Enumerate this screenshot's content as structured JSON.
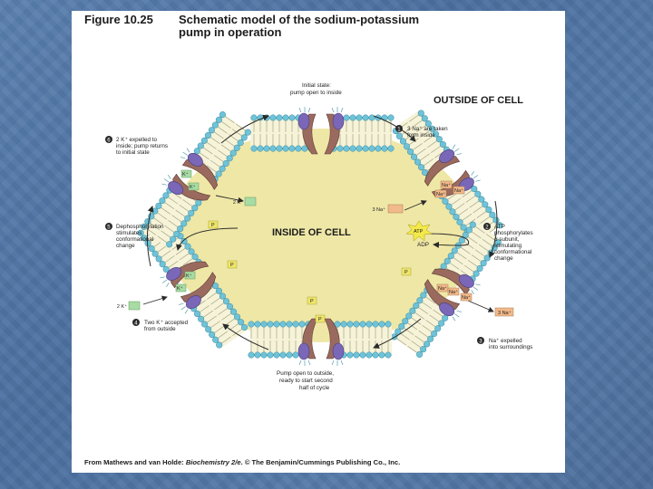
{
  "figure": {
    "number": "Figure 10.25",
    "title_line1": "Schematic model of the sodium-potassium",
    "title_line2": "pump in operation",
    "credit_prefix": "From Mathews and van Holde: ",
    "credit_book": "Biochemistry 2/e",
    "credit_suffix": ". © The Benjamin/Cummings Publishing Co., Inc."
  },
  "regions": {
    "outside": "OUTSIDE OF CELL",
    "inside": "INSIDE OF CELL"
  },
  "top_state": {
    "line1": "Initial state:",
    "line2": "pump open to inside"
  },
  "bottom_state": {
    "line1": "Pump open to outside,",
    "line2": "ready to start second",
    "line3": "half of cycle"
  },
  "steps": [
    {
      "num": "1",
      "lines": [
        "3 Na⁺ are taken",
        "from inside"
      ]
    },
    {
      "num": "2",
      "lines": [
        "ATP",
        "phosphorylates",
        "α subunit,",
        "stimulating",
        "conformational",
        "change"
      ]
    },
    {
      "num": "3",
      "lines": [
        "Na⁺ expelled",
        "into surroundings"
      ]
    },
    {
      "num": "4",
      "lines": [
        "Two K⁺ accepted",
        "from outside"
      ]
    },
    {
      "num": "5",
      "lines": [
        "Dephosphorylation",
        "stimulates",
        "conformational",
        "change"
      ]
    },
    {
      "num": "6",
      "lines": [
        "2 K⁺ expelled to",
        "inside; pump returns",
        "to initial state"
      ]
    }
  ],
  "ions": {
    "three_na_in": "3 Na⁺",
    "three_na_out": "3 Na⁺",
    "two_k_in": "2 K⁺",
    "two_k_out": "2 K⁺",
    "na": "Na⁺",
    "k": "K⁺",
    "atp": "ATP",
    "adp": "ADP",
    "p": "P"
  },
  "colors": {
    "cytoplasm": "#efe7a6",
    "lipid_head": "#6fc3d8",
    "protein_brown": "#9a6a5e",
    "protein_purple": "#7a67b8",
    "na_ion": "#f2b98a",
    "k_ion": "#a9dba5",
    "phosphate": "#eee66a",
    "atp_burst": "#f3e94a",
    "step_badge": "#2b2b2b"
  }
}
